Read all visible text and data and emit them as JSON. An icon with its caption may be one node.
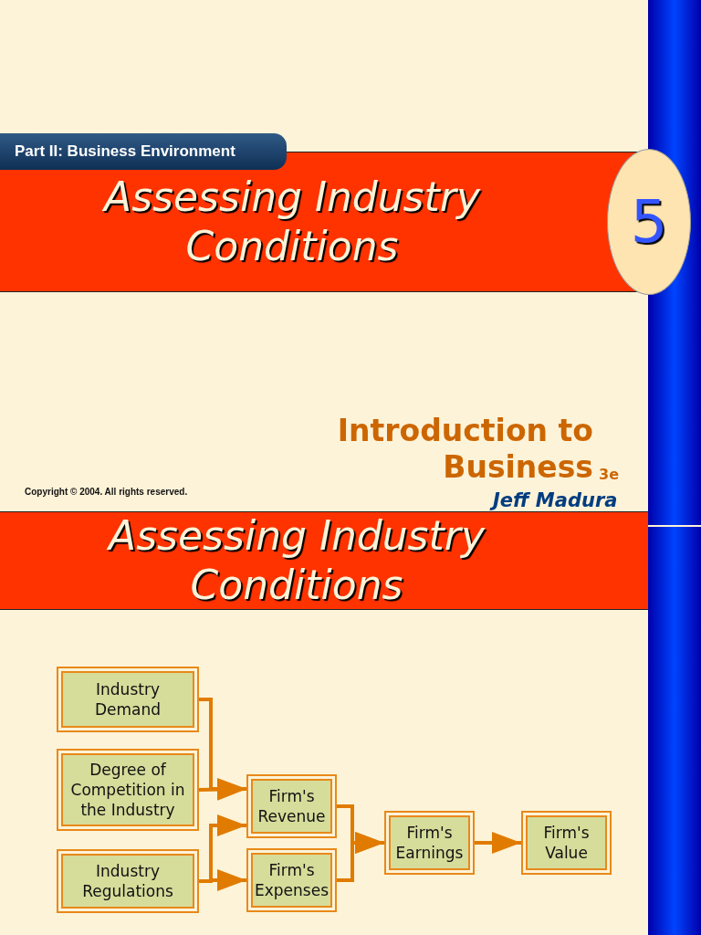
{
  "diagram": {
    "nodes": [
      {
        "text": [
          "Part II: Business Environment"
        ]
      },
      {
        "text": [
          "Assessing Industry Conditions"
        ]
      },
      {
        "text": [
          "5"
        ]
      },
      {
        "text": [
          "Assessing Industry Conditions"
        ]
      },
      {
        "text": [
          "Industry Demand"
        ]
      },
      {
        "text": [
          "Degree of Competition in the Industry"
        ]
      },
      {
        "text": [
          "Industry Regulations"
        ]
      },
      {
        "text": [
          "Firm's Revenue"
        ]
      },
      {
        "text": [
          "Firm's Expenses"
        ]
      },
      {
        "text": [
          "Firm's Earnings"
        ]
      },
      {
        "text": [
          "Firm's Value"
        ]
      }
    ],
    "edges": [
      {
        "from": 4,
        "to": 7,
        "arrow": "to"
      },
      {
        "from": 5,
        "to": 7,
        "arrow": "to"
      },
      {
        "from": 6,
        "to": 7,
        "arrow": "to"
      },
      {
        "from": 6,
        "to": 8,
        "arrow": "to"
      },
      {
        "from": 7,
        "to": 9,
        "arrow": "to"
      },
      {
        "from": 8,
        "to": 9,
        "arrow": "to"
      },
      {
        "from": 9,
        "to": 10,
        "arrow": "to"
      }
    ],
    "labels": [
      "Introduction to Business",
      "3e",
      "Jeff Madura",
      "Copyright © 2004. All rights reserved."
    ]
  }
}
